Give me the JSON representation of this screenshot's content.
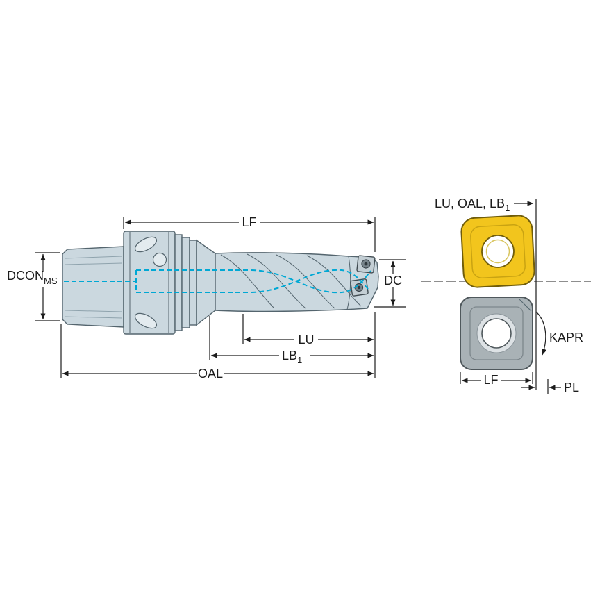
{
  "labels": {
    "lf": "LF",
    "dcon": "DCON",
    "dcon_sub": "MS",
    "dc": "DC",
    "lu": "LU",
    "lb": "LB",
    "lb_sub": "1",
    "oal": "OAL"
  },
  "insert_view": {
    "top_ref": "LU, OAL, LB",
    "top_ref_sub": "1",
    "kapr": "KAPR",
    "lf": "LF",
    "pl": "PL"
  },
  "colors": {
    "body_fill": "#cbd8df",
    "body_stroke": "#54656e",
    "coolant": "#00a8d4",
    "dimension": "#1c1c1c",
    "insert_yellow": "#f2c51d",
    "insert_yellow_stroke": "#6f5c0a",
    "insert_gray": "#a9b2b6",
    "insert_gray_stroke": "#4f585c",
    "background": "#ffffff"
  }
}
